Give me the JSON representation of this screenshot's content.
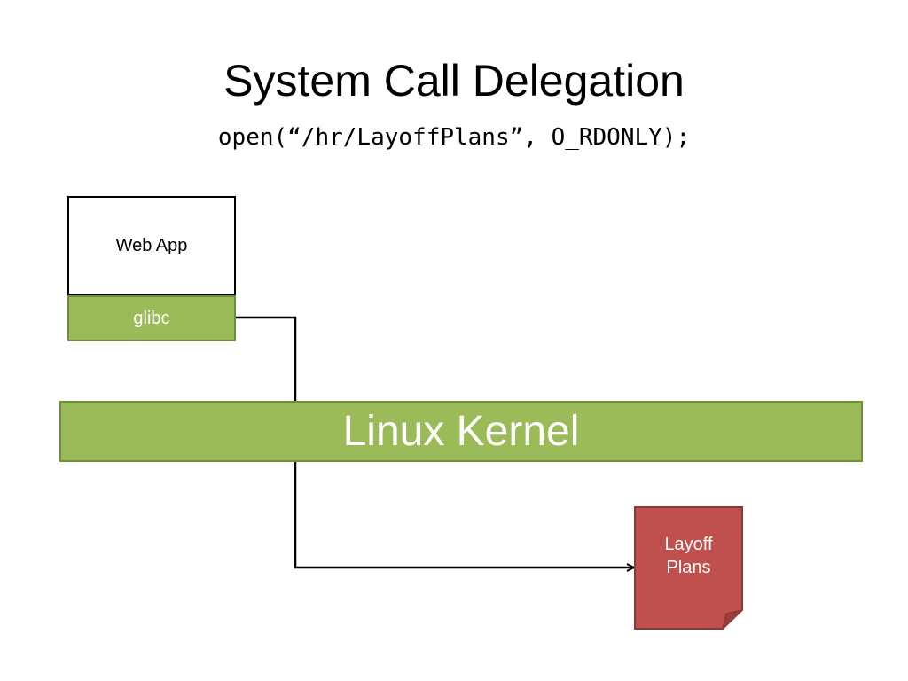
{
  "slide": {
    "title": "System Call Delegation",
    "subtitle": "open(“/hr/LayoffPlans”, O_RDONLY);"
  },
  "diagram": {
    "web_app_label": "Web App",
    "glibc_label": "glibc",
    "kernel_label": "Linux Kernel",
    "document_line1": "Layoff",
    "document_line2": "Plans",
    "colors": {
      "green_fill": "#9bbb59",
      "green_border": "#6f8f3a",
      "red_fill": "#c0504d",
      "red_border": "#8c3836",
      "connector": "#000000"
    }
  }
}
